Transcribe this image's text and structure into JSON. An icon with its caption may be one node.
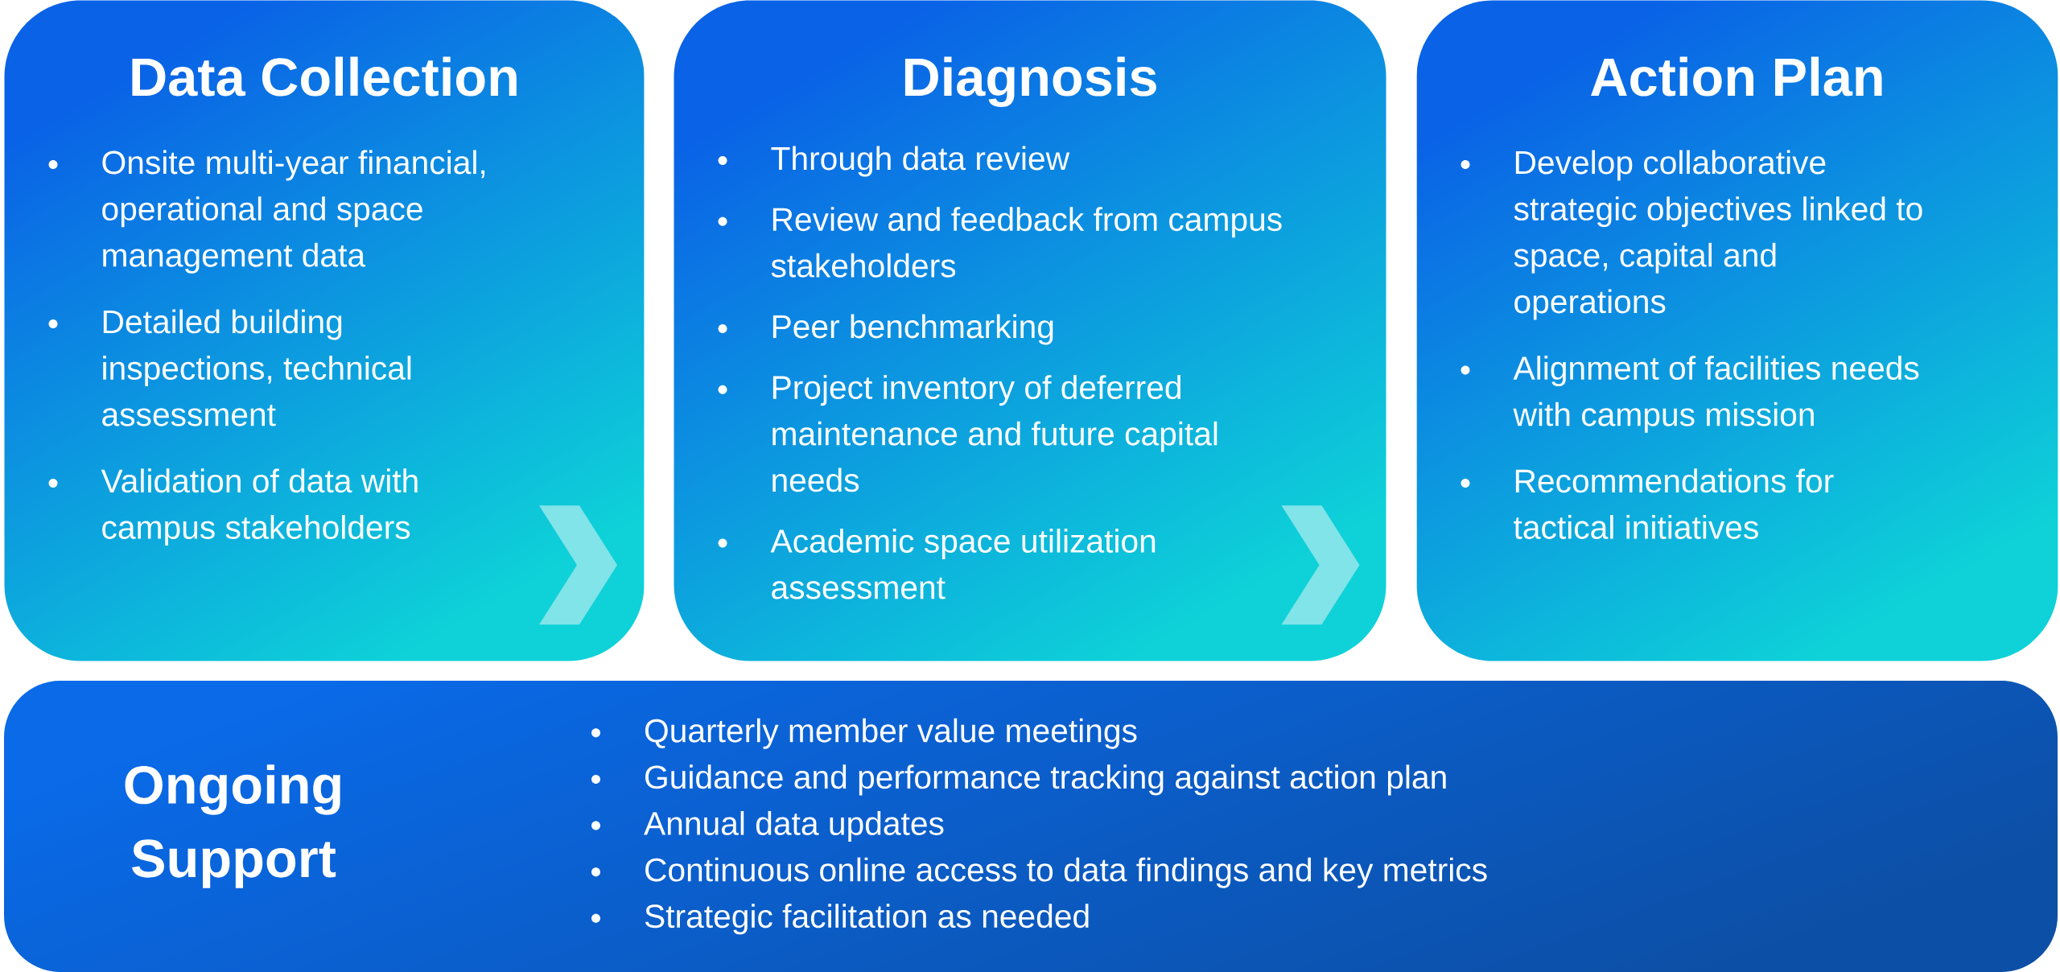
{
  "diagram": {
    "nodes": [
      {
        "text": [
          "Data Collection",
          "Onsite multi-year financial, operational and space management data",
          "Detailed building inspections, technical assessment",
          "Validation of data with campus stakeholders"
        ]
      },
      {
        "text": [
          "Diagnosis",
          "Through data review",
          "Review and feedback from campus stakeholders",
          "Peer benchmarking",
          "Project inventory of deferred maintenance and future capital needs",
          "Academic space utilization assessment"
        ]
      },
      {
        "text": [
          "Action Plan",
          "Develop collaborative strategic objectives linked to space, capital and operations",
          "Alignment of facilities needs with campus mission",
          "Recommendations for tactical initiatives"
        ]
      },
      {
        "text": [
          "Ongoing Support",
          "Quarterly member value meetings",
          "Guidance and performance tracking against action plan",
          "Annual data updates",
          "Continuous online access to data findings and key metrics",
          "Strategic facilitation as needed"
        ]
      }
    ],
    "edges": [
      {
        "from": 0,
        "to": 1,
        "arrow": "to"
      },
      {
        "from": 1,
        "to": 2,
        "arrow": "to"
      }
    ]
  }
}
